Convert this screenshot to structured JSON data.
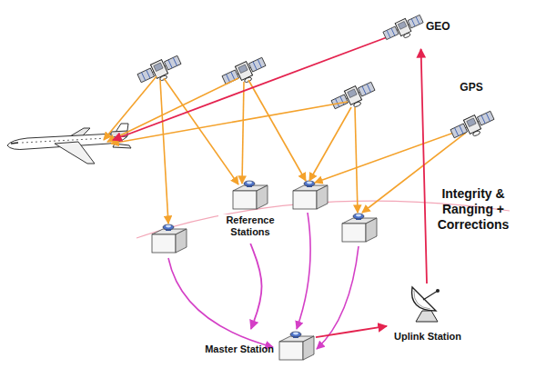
{
  "diagram": {
    "nodes": [
      {
        "text": [
          "GEO"
        ]
      },
      {
        "text": [
          "GPS"
        ]
      },
      {
        "text": [
          "Reference Stations"
        ]
      },
      {
        "text": [
          "Master Station"
        ]
      },
      {
        "text": [
          "Uplink Station"
        ]
      }
    ],
    "edges": [
      {
        "from": 2,
        "to": 3,
        "arrow": "to"
      },
      {
        "from": 3,
        "to": 4,
        "arrow": "to"
      },
      {
        "from": 4,
        "to": 0,
        "arrow": "to"
      }
    ],
    "labels": [
      "Integrity & Ranging + Corrections"
    ]
  }
}
